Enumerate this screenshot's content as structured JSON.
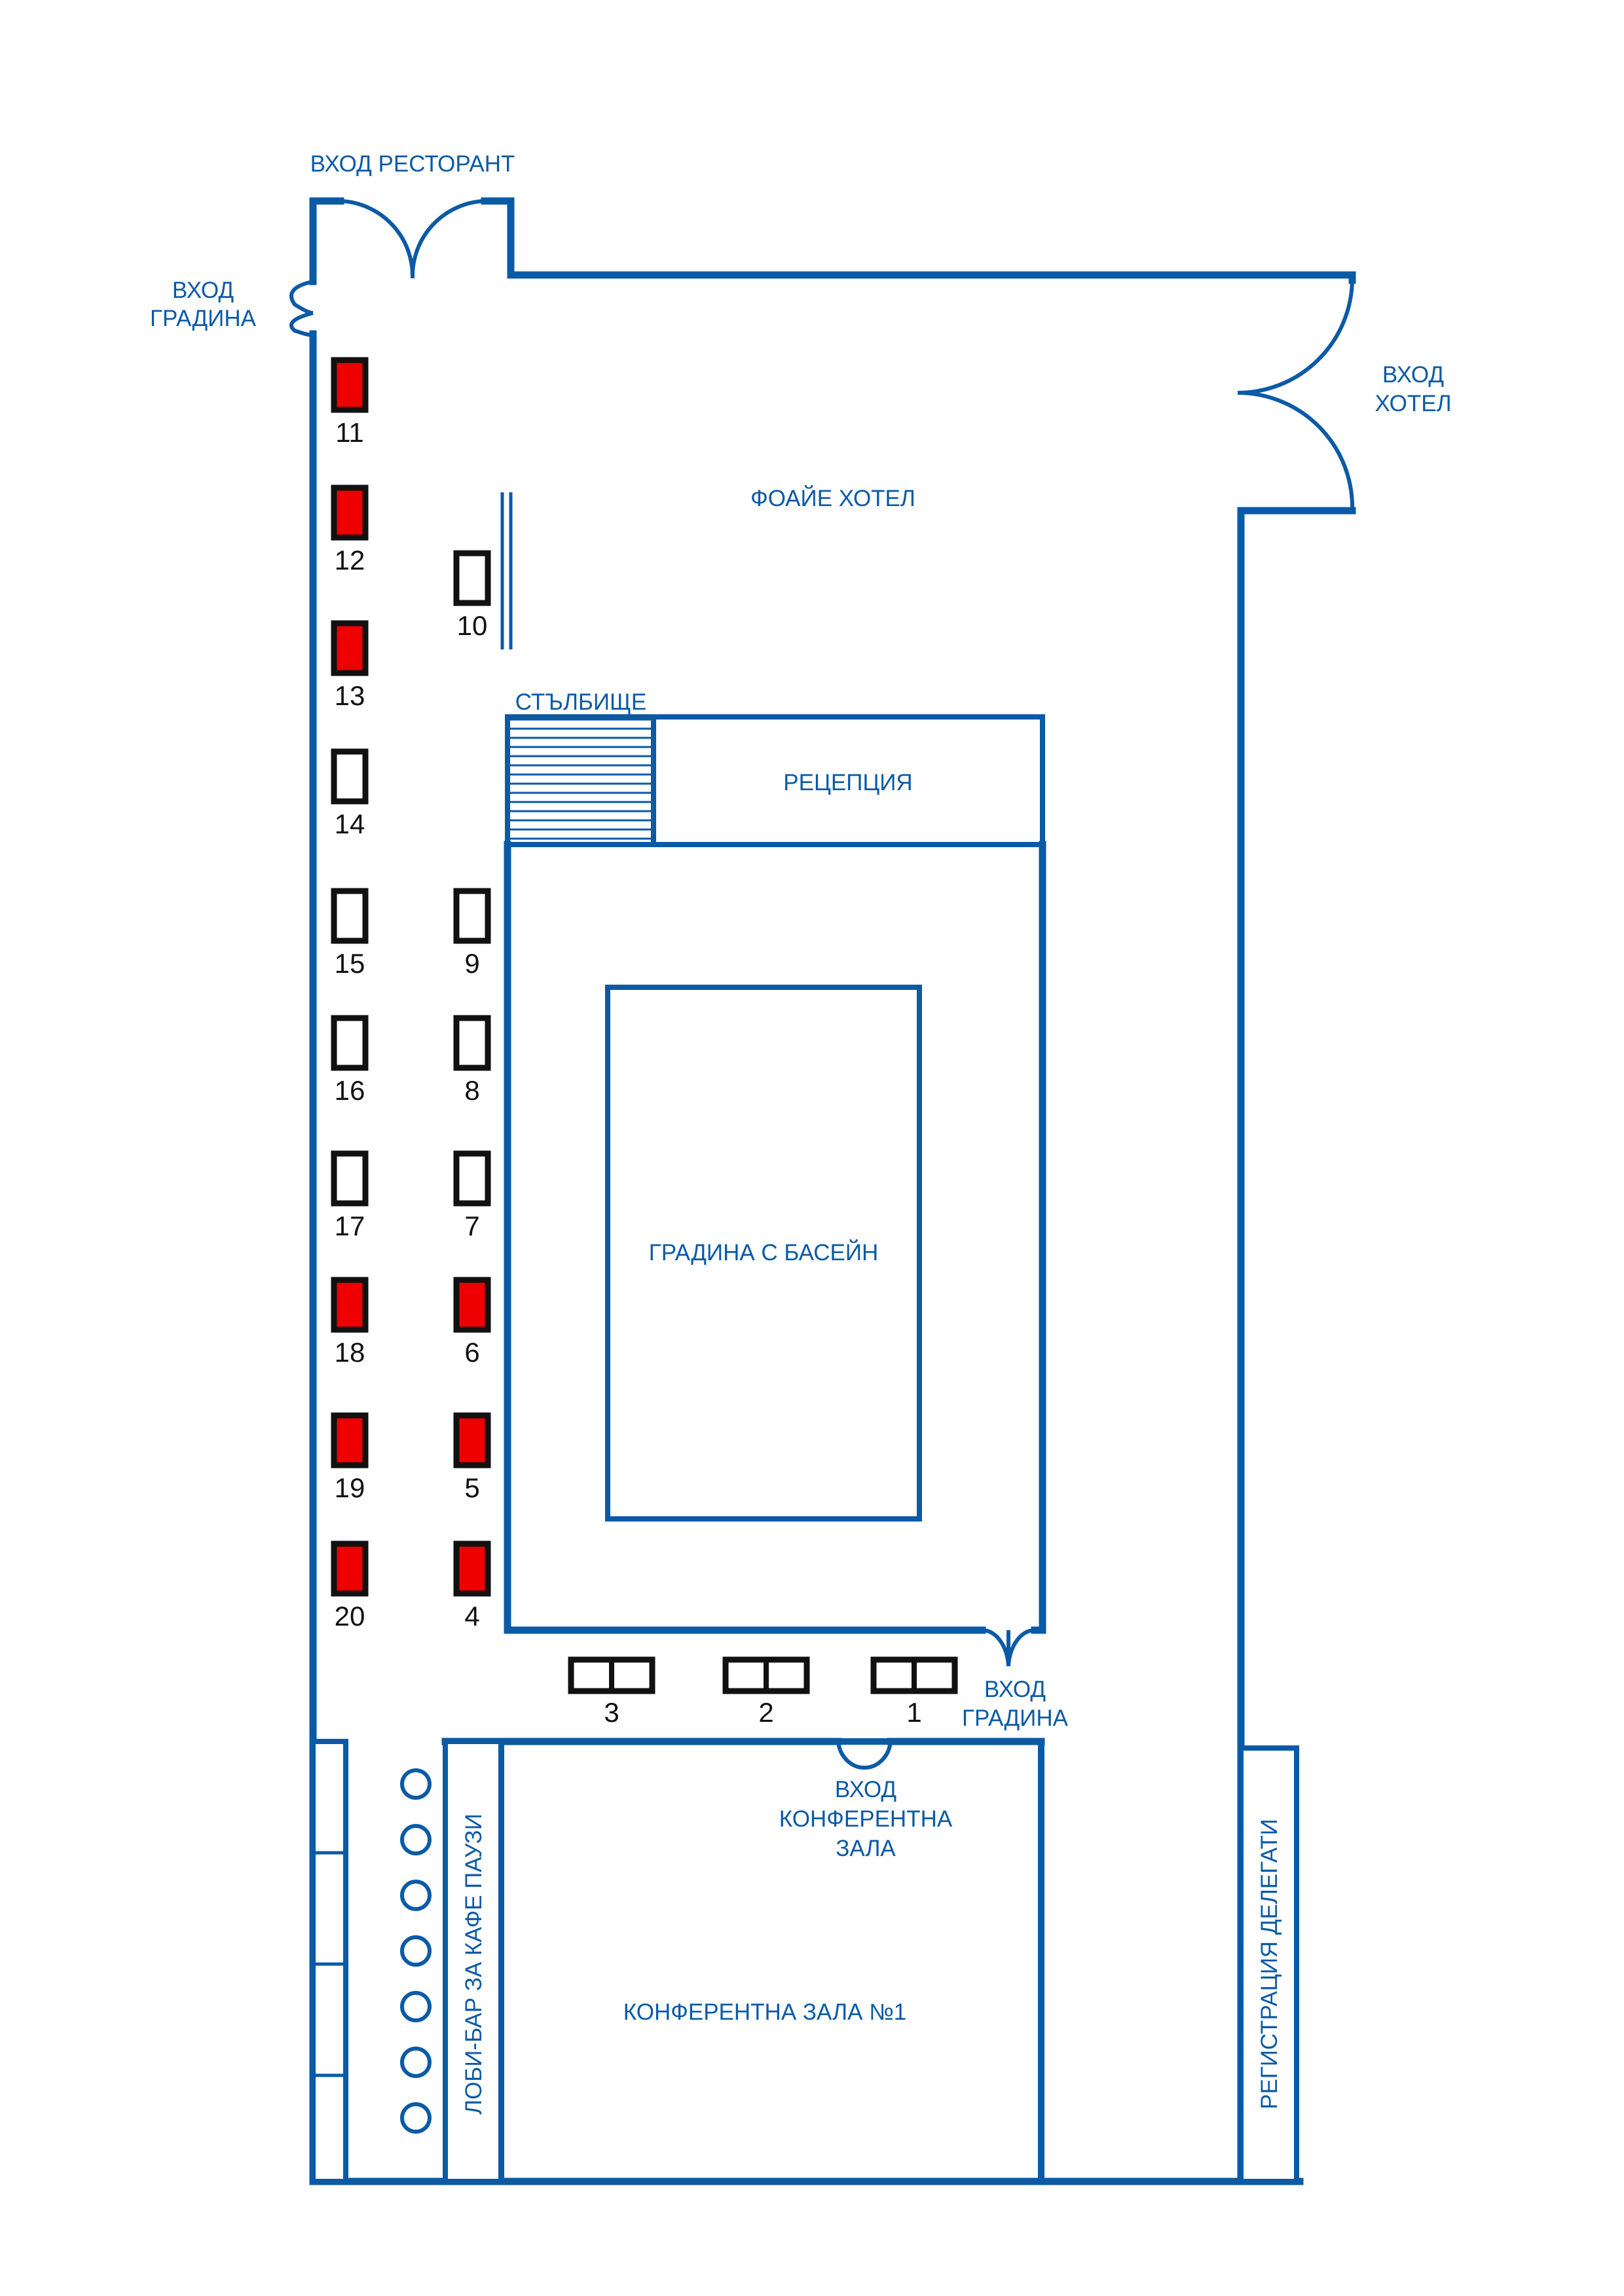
{
  "colors": {
    "walls": "#0b5aa6",
    "labels": "#0b5aa6",
    "booth_occupied": "#ee0000",
    "booth_free": "#ffffff",
    "booth_outline": "#111111"
  },
  "labels": {
    "entrance_restaurant": "ВХОД РЕСТОРАНТ",
    "entrance_garden_top": [
      "ВХОД",
      "ГРАДИНА"
    ],
    "entrance_hotel": [
      "ВХОД",
      "ХОТЕЛ"
    ],
    "hotel_foyer": "ФОАЙЕ ХОТЕЛ",
    "staircase": "СТЪЛБИЩЕ",
    "reception": "РЕЦЕПЦИЯ",
    "garden_pool": "ГРАДИНА С БАСЕЙН",
    "entrance_garden_bottom": [
      "ВХОД",
      "ГРАДИНА"
    ],
    "entrance_conference": [
      "ВХОД",
      "КОНФЕРЕНТНА",
      "ЗАЛА"
    ],
    "conference_hall": "КОНФЕРЕНТНА ЗАЛА №1",
    "lobby_bar": "ЛОБИ-БАР ЗА КАФЕ ПАУЗИ",
    "delegate_registration": "РЕГИСТРАЦИЯ ДЕЛЕГАТИ"
  },
  "booths": [
    {
      "number": "1",
      "status": "free",
      "type": "double"
    },
    {
      "number": "2",
      "status": "free",
      "type": "double"
    },
    {
      "number": "3",
      "status": "free",
      "type": "double"
    },
    {
      "number": "4",
      "status": "occupied",
      "type": "single"
    },
    {
      "number": "5",
      "status": "occupied",
      "type": "single"
    },
    {
      "number": "6",
      "status": "occupied",
      "type": "single"
    },
    {
      "number": "7",
      "status": "free",
      "type": "single"
    },
    {
      "number": "8",
      "status": "free",
      "type": "single"
    },
    {
      "number": "9",
      "status": "free",
      "type": "single"
    },
    {
      "number": "10",
      "status": "free",
      "type": "single"
    },
    {
      "number": "11",
      "status": "occupied",
      "type": "single"
    },
    {
      "number": "12",
      "status": "occupied",
      "type": "single"
    },
    {
      "number": "13",
      "status": "occupied",
      "type": "single"
    },
    {
      "number": "14",
      "status": "free",
      "type": "single"
    },
    {
      "number": "15",
      "status": "free",
      "type": "single"
    },
    {
      "number": "16",
      "status": "free",
      "type": "single"
    },
    {
      "number": "17",
      "status": "free",
      "type": "single"
    },
    {
      "number": "18",
      "status": "occupied",
      "type": "single"
    },
    {
      "number": "19",
      "status": "occupied",
      "type": "single"
    },
    {
      "number": "20",
      "status": "occupied",
      "type": "single"
    }
  ],
  "bar_stools": 7
}
